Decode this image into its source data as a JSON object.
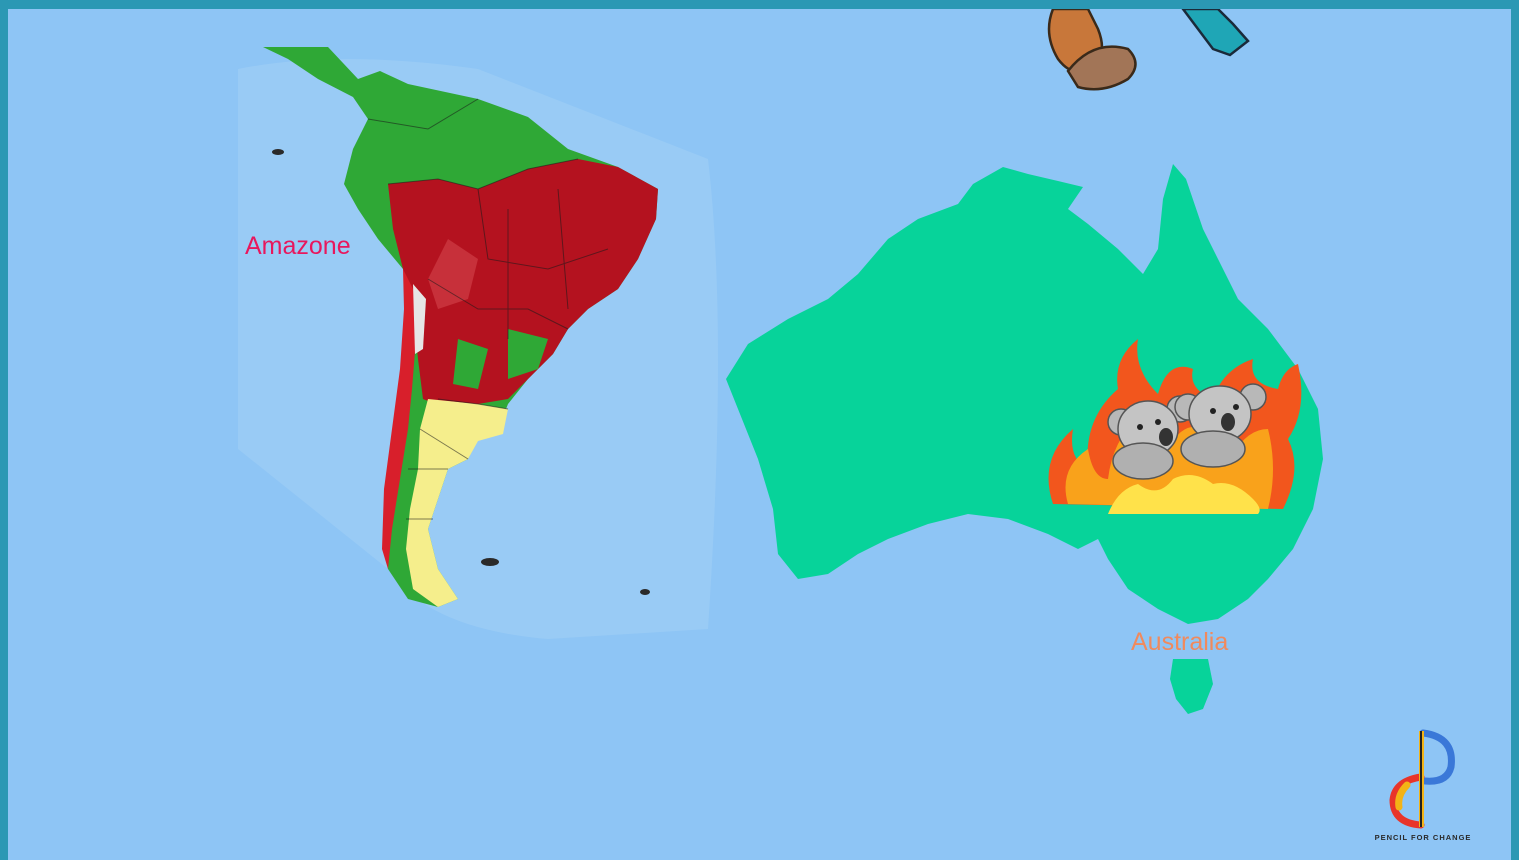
{
  "labels": {
    "amazone": "Amazone",
    "australia": "Australia"
  },
  "logo": {
    "text": "PENCIL FOR CHANGE",
    "icon": "pencil-for-change-logo-icon"
  },
  "colors": {
    "ocean": "#8ec5f5",
    "frame": "#2b98b4",
    "australia_land": "#07d39a",
    "amazon_burned": "#b4121f",
    "amazon_forest": "#2fa836",
    "amazon_dry": "#f5ee8c",
    "amazone_label": "#e8175d",
    "australia_label": "#f08a5d"
  },
  "icons": [
    "acorn-icon",
    "pencil-tip-icon",
    "fire-icon",
    "koala-icon"
  ]
}
